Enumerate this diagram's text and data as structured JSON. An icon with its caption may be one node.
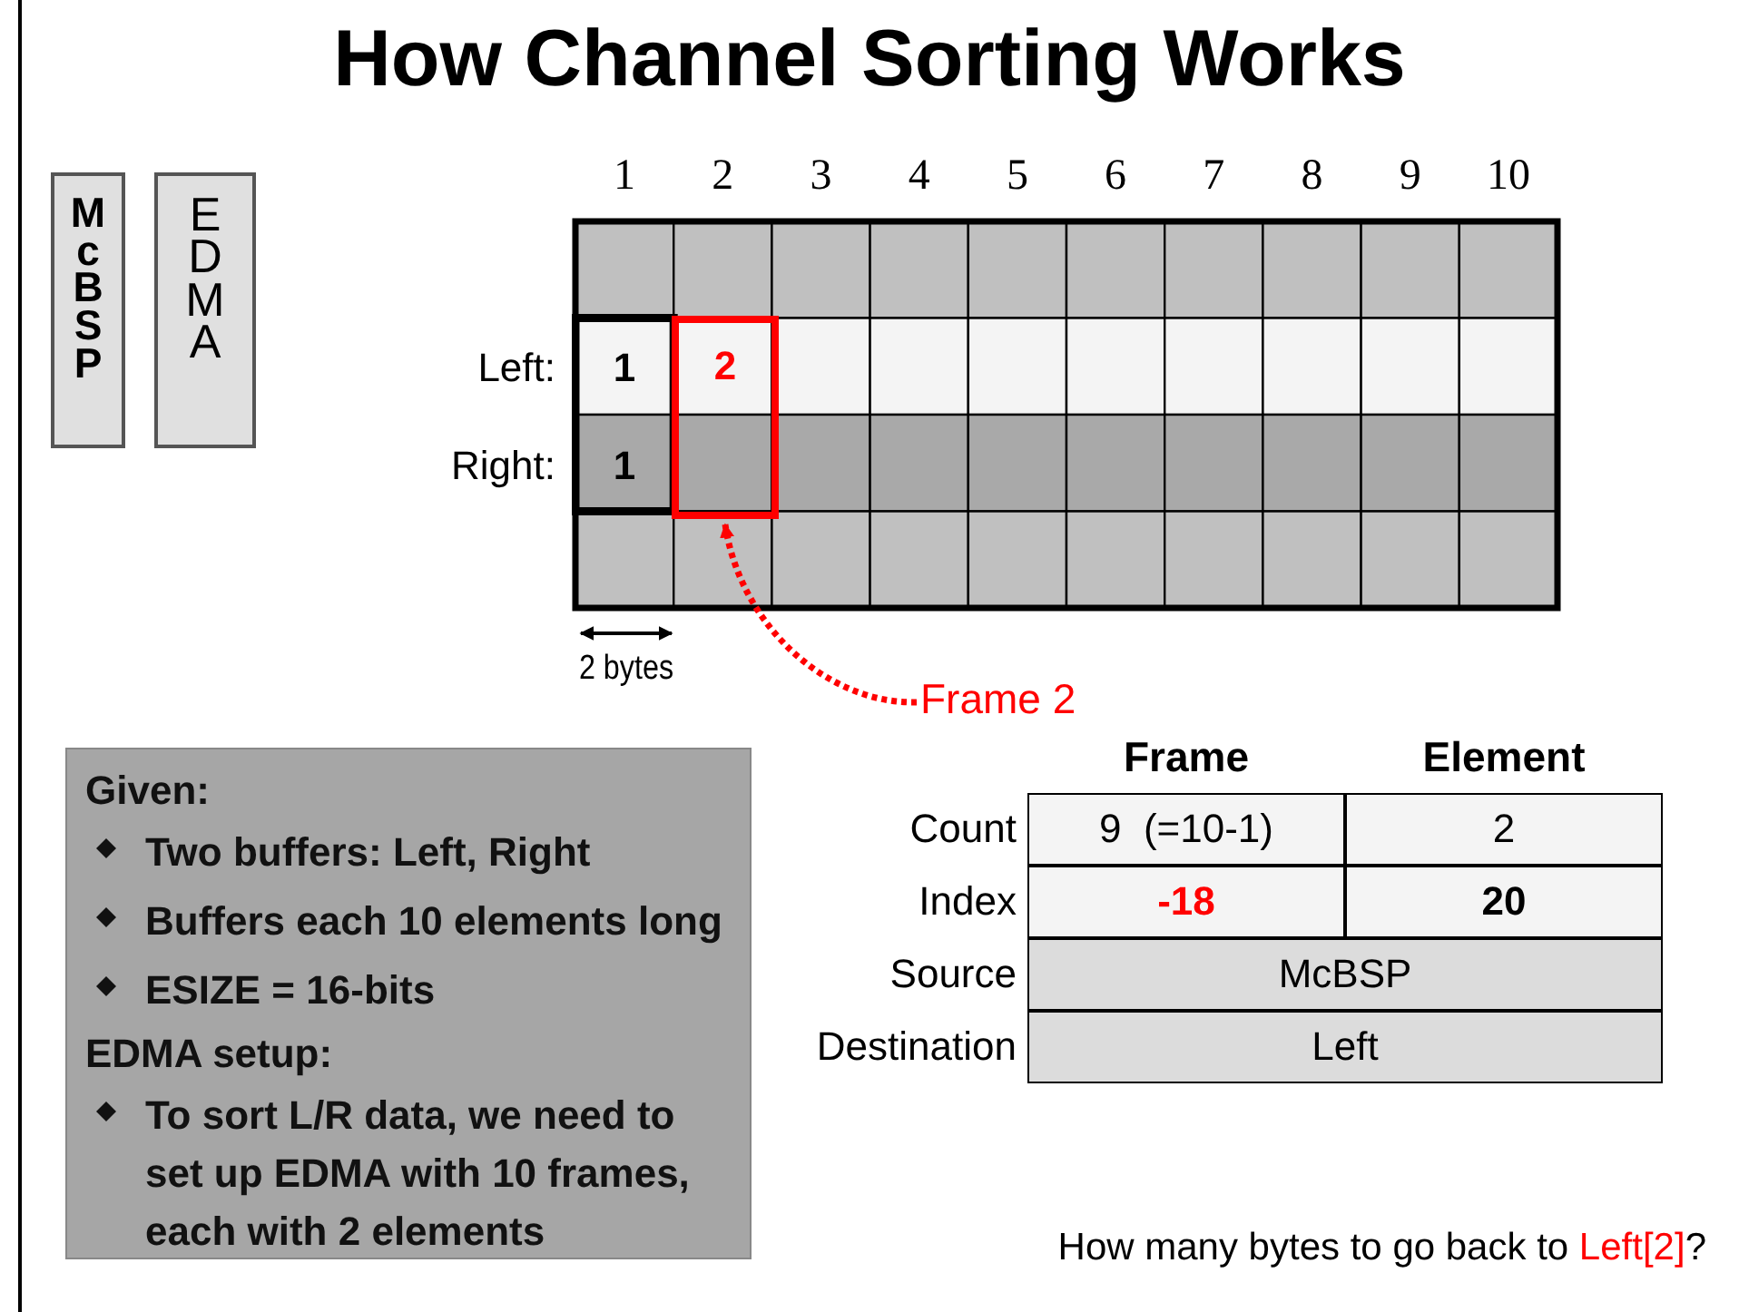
{
  "diagram": {
    "title": "How Channel Sorting Works",
    "nodes": [
      {
        "text": [
          "McBSP"
        ]
      },
      {
        "text": [
          "EDMA"
        ]
      },
      {
        "text": [
          "Frame 2"
        ]
      },
      {
        "text": [
          "2"
        ]
      },
      {
        "text": [
          "Given:",
          "Two buffers: Left, Right",
          "Buffers each 10 elements long",
          "ESIZE = 16-bits",
          "EDMA setup:",
          "To sort L/R data, we need to set up EDMA with 10 frames, each with 2 elements"
        ]
      }
    ],
    "edges": [
      {
        "from": 2,
        "to": 3,
        "arrow": "to",
        "style": "dashed",
        "color": "#ff0000"
      }
    ],
    "labels": [
      "1",
      "2",
      "3",
      "4",
      "5",
      "6",
      "7",
      "8",
      "9",
      "10",
      "Left:",
      "1",
      "Right:",
      "1",
      "2 bytes",
      "Frame",
      "Element",
      "Count",
      "9  (=10-1)",
      "2",
      "Index",
      "-18",
      "20",
      "Source",
      "McBSP",
      "Destination",
      "Left",
      "How many bytes to go back to **Left[2]**?"
    ]
  }
}
